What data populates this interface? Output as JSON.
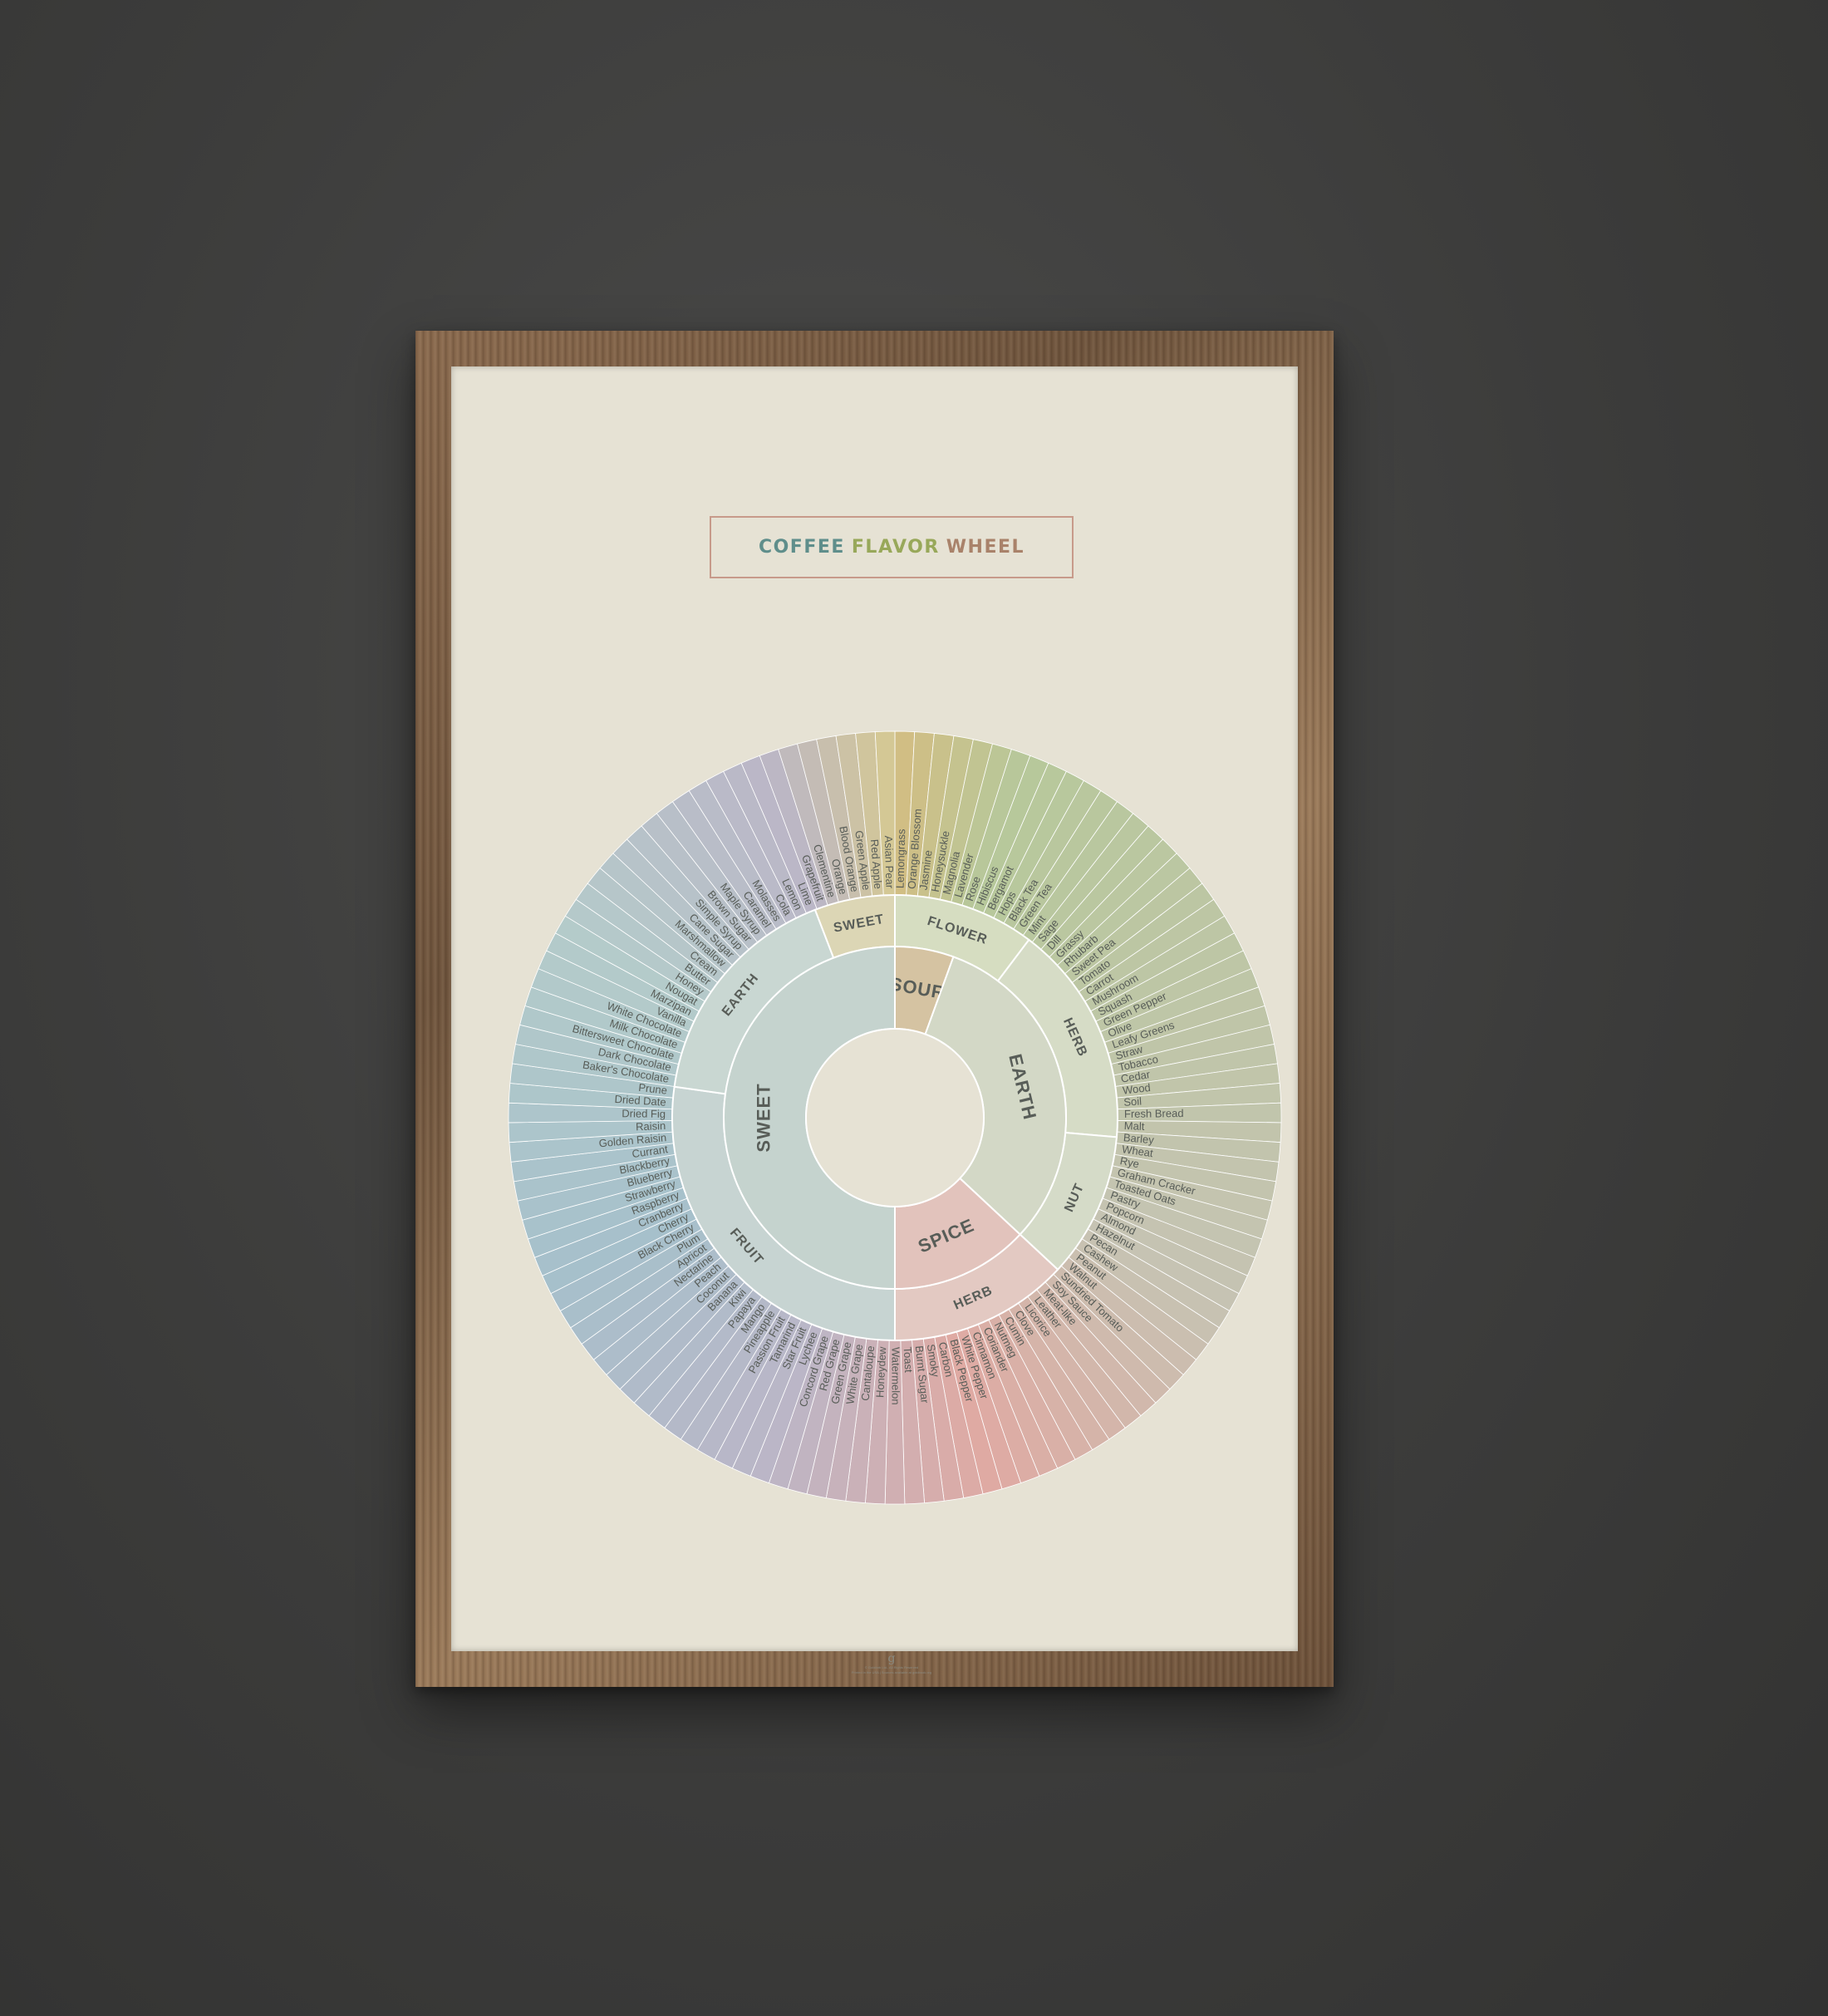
{
  "poster": {
    "title_words": [
      "COFFEE",
      "FLAVOR",
      "WHEEL"
    ],
    "title_colors": [
      "#5f8e8b",
      "#98a85a",
      "#a9826a"
    ],
    "footer_logo": "g",
    "footer_lines": [
      "© Goldfarb Ltd., All Rights Reserved",
      "Printed in the USA | Sources available at goldbook.org"
    ]
  },
  "wheel": {
    "inner": [
      {
        "label": "SOUR",
        "start": 0,
        "end": 20,
        "color": "#d5c3a2"
      },
      {
        "label": "EARTH",
        "start": 20,
        "end": 133,
        "color": "#d3d8c6"
      },
      {
        "label": "SPICE",
        "start": 133,
        "end": 180,
        "color": "#e2c3bc"
      },
      {
        "label": "SWEET",
        "start": 180,
        "end": 360,
        "color": "#c5d3ce"
      }
    ],
    "middle": [
      {
        "label": "FLOWER",
        "start": 0,
        "end": 37,
        "color": "#d6ddc1"
      },
      {
        "label": "HERB",
        "start": 37,
        "end": 95,
        "color": "#d6dcc6"
      },
      {
        "label": "NUT",
        "start": 95,
        "end": 133,
        "color": "#d5dbc8"
      },
      {
        "label": "HERB",
        "start": 133,
        "end": 180,
        "color": "#e3c9c2"
      },
      {
        "label": "FRUIT",
        "start": 180,
        "end": 278,
        "color": "#c7d4d2"
      },
      {
        "label": "EARTH",
        "start": 278,
        "end": 339,
        "color": "#c9d7d2"
      },
      {
        "label": "SWEET",
        "start": 339,
        "end": 360,
        "color": "#dcd6b5"
      }
    ],
    "outer_labels": [
      "Lemongrass",
      "Orange Blossom",
      "Jasmine",
      "Honeysuckle",
      "Magnolia",
      "Lavender",
      "Rose",
      "Hibiscus",
      "Bergamot",
      "Hops",
      "Black Tea",
      "Green Tea",
      "Mint",
      "Sage",
      "Dill",
      "Grassy",
      "Rhubarb",
      "Sweet Pea",
      "Tomato",
      "Carrot",
      "Mushroom",
      "Squash",
      "Green Pepper",
      "Olive",
      "Leafy Greens",
      "Straw",
      "Tobacco",
      "Cedar",
      "Wood",
      "Soil",
      "Fresh Bread",
      "Malt",
      "Barley",
      "Wheat",
      "Rye",
      "Graham Cracker",
      "Toasted Oats",
      "Pastry",
      "Popcorn",
      "Almond",
      "Hazelnut",
      "Pecan",
      "Cashew",
      "Peanut",
      "Walnut",
      "Sundried Tomato",
      "Soy Sauce",
      "Meat-like",
      "Leather",
      "Licorice",
      "Clove",
      "Cumin",
      "Nutmeg",
      "Coriander",
      "Cinnamon",
      "White Pepper",
      "Black Pepper",
      "Carbon",
      "Smoky",
      "Burnt Sugar",
      "Toast",
      "Watermelon",
      "Honeydew",
      "Cantaloupe",
      "White Grape",
      "Green Grape",
      "Red Grape",
      "Concord Grape",
      "Lychee",
      "Star Fruit",
      "Tamarind",
      "Passion Fruit",
      "Pineapple",
      "Mango",
      "Papaya",
      "Kiwi",
      "Banana",
      "Coconut",
      "Peach",
      "Nectarine",
      "Apricot",
      "Plum",
      "Black Cherry",
      "Cherry",
      "Cranberry",
      "Raspberry",
      "Strawberry",
      "Blueberry",
      "Blackberry",
      "Currant",
      "Golden Raisin",
      "Raisin",
      "Dried Fig",
      "Dried Date",
      "Prune",
      "Baker's Chocolate",
      "Dark Chocolate",
      "Bittersweet Chocolate",
      "Milk Chocolate",
      "White Chocolate",
      "Vanilla",
      "Marzipan",
      "Nougat",
      "Honey",
      "Butter",
      "Cream",
      "Marshmallow",
      "Cane Sugar",
      "Simple Syrup",
      "Brown Sugar",
      "Maple Syrup",
      "Caramel",
      "Molasses",
      "Cola",
      "Lemon",
      "Lime",
      "Grapefruit",
      "Clementine",
      "Orange",
      "Blood Orange",
      "Green Apple",
      "Red Apple",
      "Asian Pear"
    ],
    "palette": {
      "ring_start": "#d3bd82",
      "ring_green": "#b7c89b",
      "ring_grey": "#c6c3b3",
      "ring_pink": "#dfaaa3",
      "ring_mauve": "#bbb6c7",
      "ring_blue": "#a6c0cb",
      "ring_teal": "#b4cbca",
      "ring_end": "#d6c991",
      "text": "#585d58",
      "line": "#ffffff"
    }
  }
}
